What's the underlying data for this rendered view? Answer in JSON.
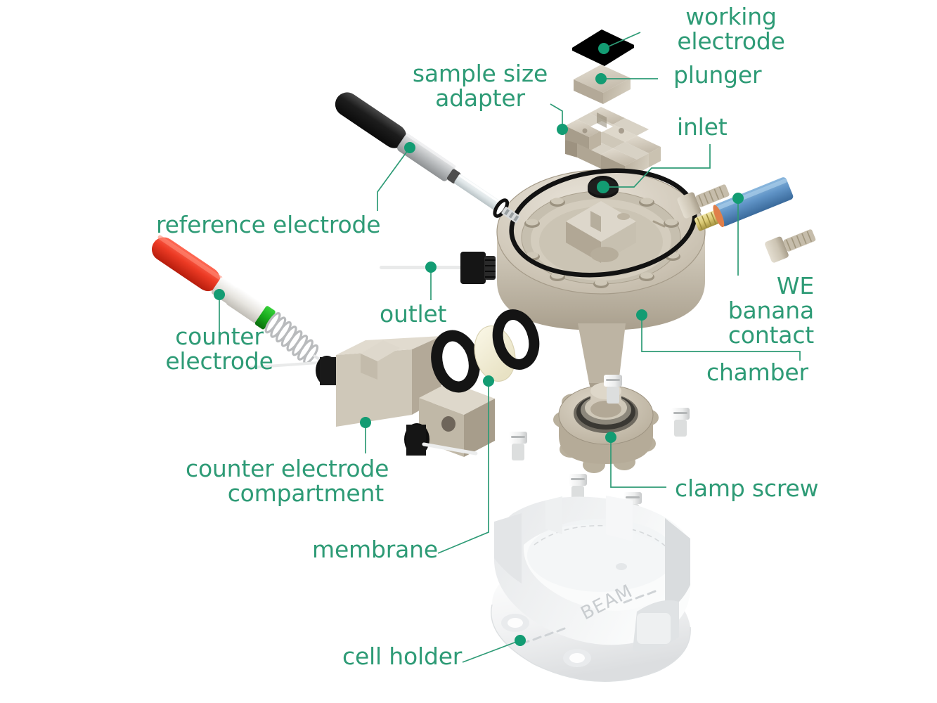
{
  "diagram": {
    "kind": "exploded-assembly",
    "subject": "spectroelectrochemical flow cell",
    "background_color": "#ffffff",
    "label_color": "#2e9b76",
    "leader_color": "#2e9b76",
    "marker_color": "#139c73",
    "engraved_text": "BEAM"
  },
  "labels": {
    "working_electrode": "working\nelectrode",
    "plunger": "plunger",
    "sample_size_adapter": "sample size\nadapter",
    "inlet": "inlet",
    "reference_electrode": "reference electrode",
    "outlet": "outlet",
    "we_banana_contact": "WE\nbanana\ncontact",
    "chamber": "chamber",
    "counter_electrode": "counter\nelectrode",
    "counter_electrode_compartment": "counter electrode\ncompartment",
    "membrane": "membrane",
    "clamp_screw": "clamp screw",
    "cell_holder": "cell holder"
  },
  "parts": [
    {
      "id": "working-electrode",
      "name": "working electrode",
      "color": "#1c1c1c",
      "shape": "thin black diamond plate"
    },
    {
      "id": "plunger",
      "name": "plunger",
      "color": "#c9c1b3",
      "shape": "small beige square block"
    },
    {
      "id": "sample-size-adapter",
      "name": "sample size adapter",
      "color": "#c9c1b3",
      "shape": "beige cross / plus shaped block"
    },
    {
      "id": "inlet",
      "name": "inlet",
      "color": "#1b1b1b",
      "shape": "black port fitting on chamber top"
    },
    {
      "id": "reference-electrode",
      "name": "reference electrode",
      "color": "#171717",
      "shape": "black cap, grey barrel, glass tip with o-ring"
    },
    {
      "id": "outlet",
      "name": "outlet",
      "color": "#1b1b1b",
      "shape": "black nut fitting with thin white capillary"
    },
    {
      "id": "we-banana-contact",
      "name": "WE banana contact",
      "color": "#5a93c8",
      "shape": "blue cylinder with brass threaded tip"
    },
    {
      "id": "chamber",
      "name": "chamber",
      "color": "#cfc7b8",
      "shape": "large beige disc body with o-ring"
    },
    {
      "id": "counter-electrode",
      "name": "counter electrode",
      "color": "#e8372a",
      "shape": "red cap, white barrel, green ring, coiled wire"
    },
    {
      "id": "counter-electrode-compartment",
      "name": "counter electrode compartment",
      "color": "#cfc7b8",
      "shape": "beige rectangular block with black fittings"
    },
    {
      "id": "membrane",
      "name": "membrane",
      "color": "#f2eeda",
      "shape": "pale ivory disc between two black o-rings"
    },
    {
      "id": "clamp-screw",
      "name": "clamp screw",
      "color": "#cfc5b4",
      "shape": "beige cog / gear shaped knurled knob"
    },
    {
      "id": "cell-holder",
      "name": "cell holder",
      "color": "#f3f4f5",
      "shape": "white printed holder engraved BEAM"
    },
    {
      "id": "hex-bolt",
      "name": "hex bolt",
      "color": "#d5cec0",
      "shape": "beige socket head bolt"
    },
    {
      "id": "slotted-screw",
      "name": "slotted screw",
      "color": "#f0f0f0",
      "shape": "white slotted pan head screw"
    },
    {
      "id": "o-ring",
      "name": "o-ring",
      "color": "#1f1f1f",
      "shape": "black elastomer ring"
    }
  ]
}
